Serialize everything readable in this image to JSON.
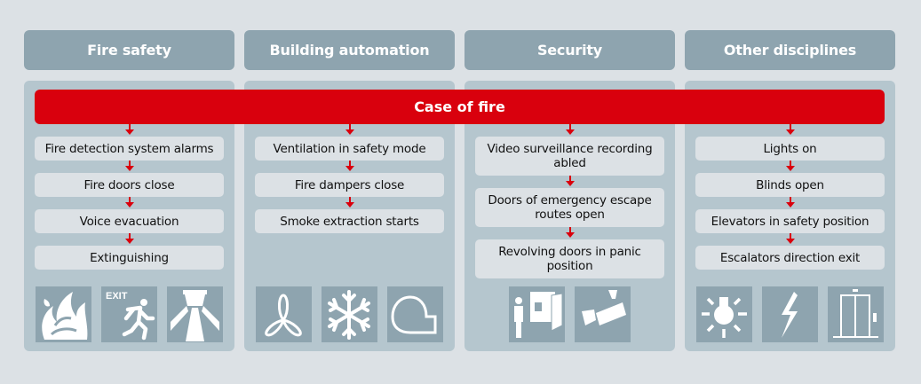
{
  "banner": {
    "label": "Case of fire",
    "color": "#d9000d"
  },
  "colors": {
    "header_bg": "#8ea4af",
    "panel_bg": "#b5c6ce",
    "step_bg": "#dce1e5",
    "page_bg": "#dce1e5"
  },
  "columns": [
    {
      "title": "Fire safety",
      "steps": [
        "Fire detection system alarms",
        "Fire doors close",
        "Voice evacuation",
        "Extinguishing"
      ],
      "icons": [
        {
          "name": "fire-icon"
        },
        {
          "name": "exit-running-man-icon",
          "label": "EXIT"
        },
        {
          "name": "smoke-detector-icon"
        }
      ]
    },
    {
      "title": "Building automation",
      "steps": [
        "Ventilation in safety mode",
        "Fire dampers close",
        "Smoke extraction starts"
      ],
      "icons": [
        {
          "name": "fan-icon"
        },
        {
          "name": "snowflake-icon"
        },
        {
          "name": "damper-duct-icon"
        }
      ]
    },
    {
      "title": "Security",
      "steps": [
        "Video surveillance recording abled",
        "Doors of emergency escape routes open",
        "Revolving doors in panic position"
      ],
      "icons": [
        {
          "name": "access-control-door-icon"
        },
        {
          "name": "surveillance-camera-icon"
        }
      ]
    },
    {
      "title": "Other disciplines",
      "steps": [
        "Lights on",
        "Blinds open",
        "Elevators in safety position",
        "Escalators direction exit"
      ],
      "icons": [
        {
          "name": "light-bulb-icon"
        },
        {
          "name": "lightning-icon"
        },
        {
          "name": "elevator-icon"
        }
      ]
    }
  ]
}
